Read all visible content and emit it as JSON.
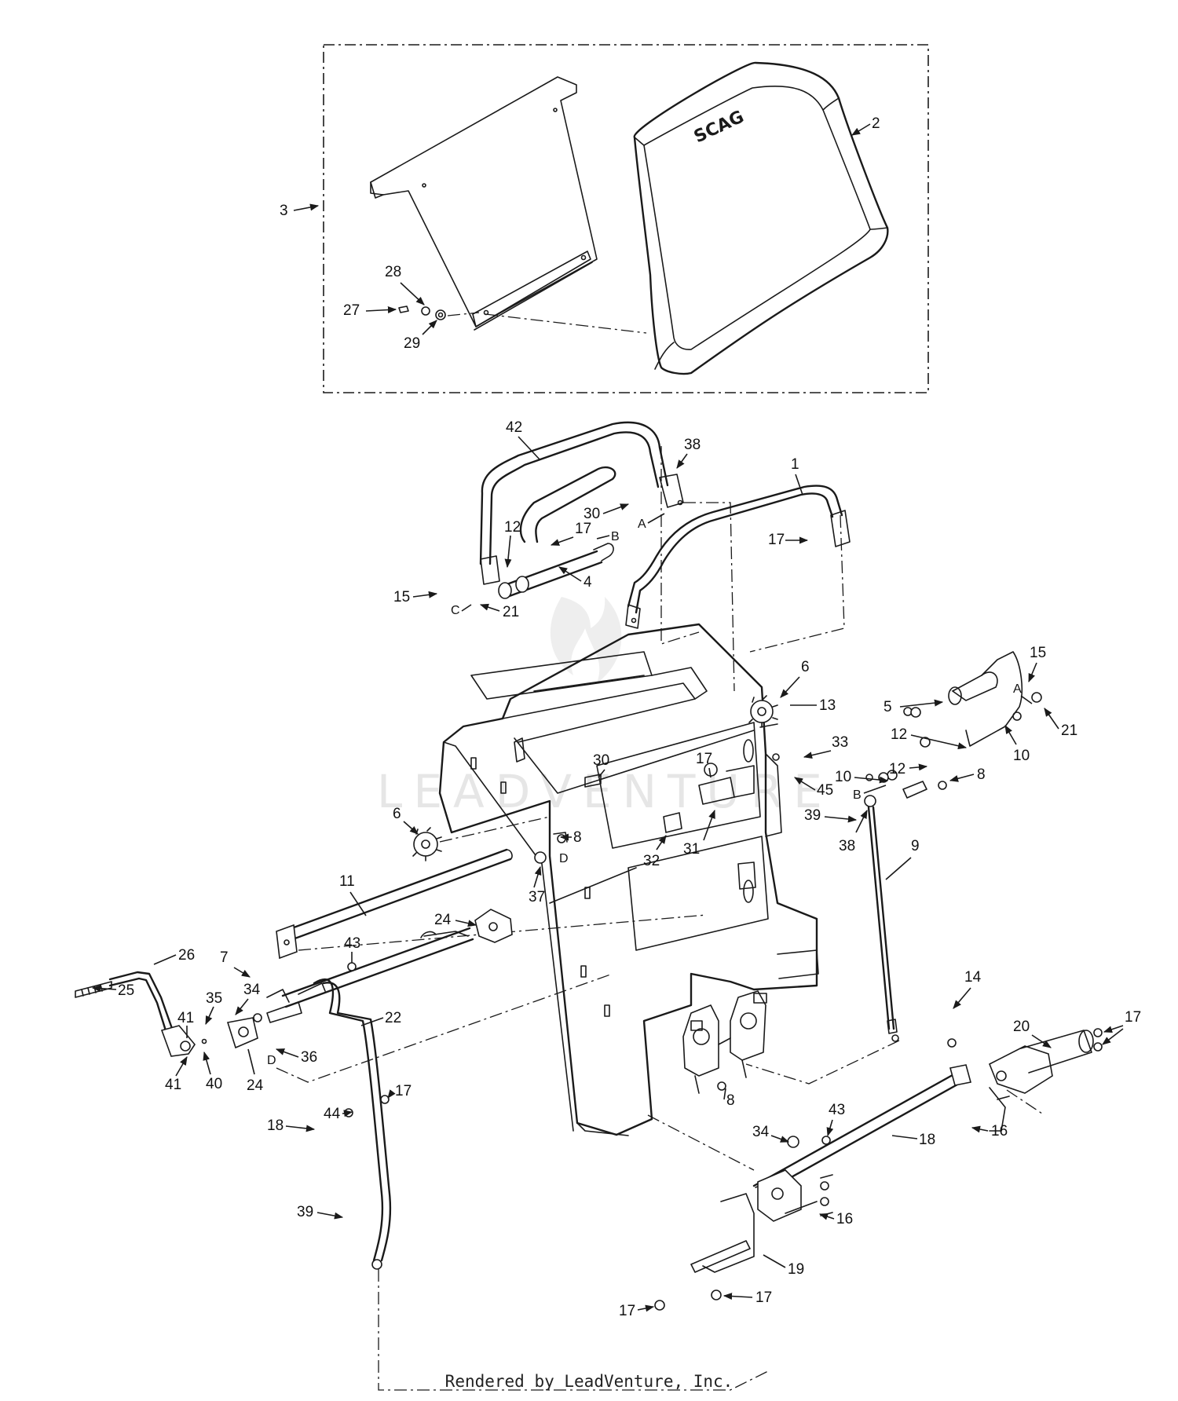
{
  "diagram": {
    "seat_brand": "SCAG",
    "watermark": "LEADVENTURE",
    "callouts": [
      "1",
      "2",
      "3",
      "4",
      "5",
      "6",
      "7",
      "8",
      "9",
      "10",
      "11",
      "12",
      "13",
      "14",
      "15",
      "16",
      "17",
      "18",
      "19",
      "20",
      "21",
      "22",
      "24",
      "25",
      "26",
      "27",
      "28",
      "29",
      "30",
      "31",
      "32",
      "33",
      "34",
      "35",
      "36",
      "37",
      "38",
      "39",
      "40",
      "41",
      "42",
      "43",
      "44",
      "45"
    ],
    "connection_letters": [
      "A",
      "B",
      "C",
      "D"
    ],
    "labels": [
      {
        "id": "l2",
        "text": "2"
      },
      {
        "id": "l3",
        "text": "3"
      },
      {
        "id": "l28",
        "text": "28"
      },
      {
        "id": "l27",
        "text": "27"
      },
      {
        "id": "l29",
        "text": "29"
      },
      {
        "id": "l42",
        "text": "42"
      },
      {
        "id": "l38a",
        "text": "38"
      },
      {
        "id": "l1",
        "text": "1"
      },
      {
        "id": "l30a",
        "text": "30"
      },
      {
        "id": "l17a",
        "text": "17"
      },
      {
        "id": "l12a",
        "text": "12"
      },
      {
        "id": "l17b",
        "text": "17"
      },
      {
        "id": "l4",
        "text": "4"
      },
      {
        "id": "l15a",
        "text": "15"
      },
      {
        "id": "l21a",
        "text": "21"
      },
      {
        "id": "l6a",
        "text": "6"
      },
      {
        "id": "l13",
        "text": "13"
      },
      {
        "id": "l15b",
        "text": "15"
      },
      {
        "id": "l5",
        "text": "5"
      },
      {
        "id": "l12b",
        "text": "12"
      },
      {
        "id": "l21b",
        "text": "21"
      },
      {
        "id": "l12c",
        "text": "12"
      },
      {
        "id": "l10a",
        "text": "10"
      },
      {
        "id": "l33",
        "text": "33"
      },
      {
        "id": "l10b",
        "text": "10"
      },
      {
        "id": "l8a",
        "text": "8"
      },
      {
        "id": "l45",
        "text": "45"
      },
      {
        "id": "l17c",
        "text": "17"
      },
      {
        "id": "l30b",
        "text": "30"
      },
      {
        "id": "l39a",
        "text": "39"
      },
      {
        "id": "l38b",
        "text": "38"
      },
      {
        "id": "l9",
        "text": "9"
      },
      {
        "id": "l6b",
        "text": "6"
      },
      {
        "id": "l8b",
        "text": "8"
      },
      {
        "id": "l32",
        "text": "32"
      },
      {
        "id": "l31",
        "text": "31"
      },
      {
        "id": "l11",
        "text": "11"
      },
      {
        "id": "l37",
        "text": "37"
      },
      {
        "id": "l24a",
        "text": "24"
      },
      {
        "id": "l26",
        "text": "26"
      },
      {
        "id": "l7",
        "text": "7"
      },
      {
        "id": "l43a",
        "text": "43"
      },
      {
        "id": "l25",
        "text": "25"
      },
      {
        "id": "l35",
        "text": "35"
      },
      {
        "id": "l34a",
        "text": "34"
      },
      {
        "id": "l22",
        "text": "22"
      },
      {
        "id": "l41a",
        "text": "41"
      },
      {
        "id": "l36",
        "text": "36"
      },
      {
        "id": "l41b",
        "text": "41"
      },
      {
        "id": "l40",
        "text": "40"
      },
      {
        "id": "l24b",
        "text": "24"
      },
      {
        "id": "l14",
        "text": "14"
      },
      {
        "id": "l17d",
        "text": "17"
      },
      {
        "id": "l20",
        "text": "20"
      },
      {
        "id": "l8c",
        "text": "8"
      },
      {
        "id": "l17e",
        "text": "17"
      },
      {
        "id": "l44",
        "text": "44"
      },
      {
        "id": "l18a",
        "text": "18"
      },
      {
        "id": "l43b",
        "text": "43"
      },
      {
        "id": "l34b",
        "text": "34"
      },
      {
        "id": "l18b",
        "text": "18"
      },
      {
        "id": "l16a",
        "text": "16"
      },
      {
        "id": "l39b",
        "text": "39"
      },
      {
        "id": "l16b",
        "text": "16"
      },
      {
        "id": "l19",
        "text": "19"
      },
      {
        "id": "l17f",
        "text": "17"
      },
      {
        "id": "l17g",
        "text": "17"
      }
    ],
    "letters": [
      {
        "id": "ltA1",
        "text": "A"
      },
      {
        "id": "ltB1",
        "text": "B"
      },
      {
        "id": "ltC",
        "text": "C"
      },
      {
        "id": "ltA2",
        "text": "A"
      },
      {
        "id": "ltB2",
        "text": "B"
      },
      {
        "id": "ltD1",
        "text": "D"
      },
      {
        "id": "ltD2",
        "text": "D"
      }
    ]
  },
  "footer": {
    "text": "Rendered by LeadVenture, Inc."
  }
}
